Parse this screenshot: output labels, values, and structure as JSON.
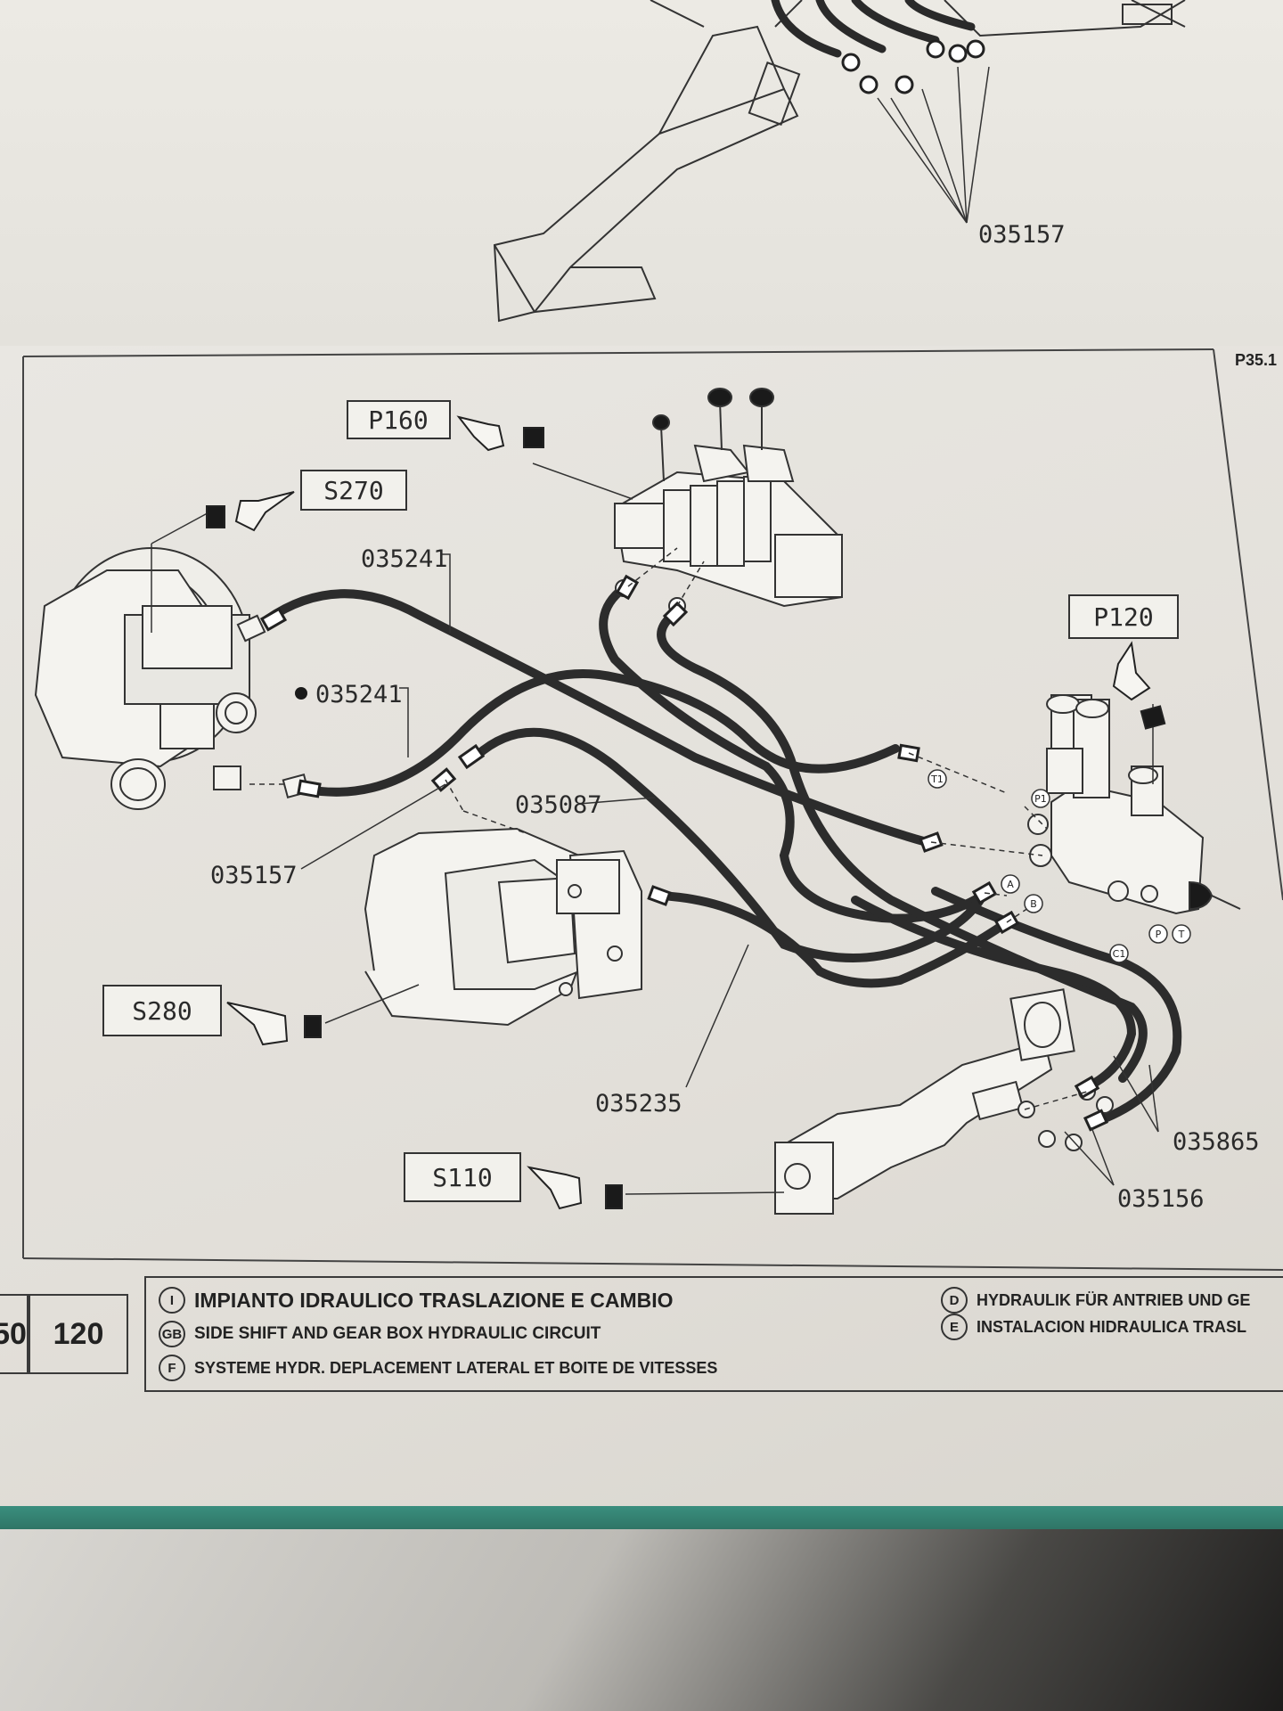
{
  "top_page": {
    "part_label": "035157"
  },
  "main_page": {
    "page_ref": "P35.1",
    "tags": {
      "p160": "P160",
      "s270": "S270",
      "p120": "P120",
      "s280": "S280",
      "s110": "S110"
    },
    "part_labels": {
      "hose_upper": "035241",
      "hose_lower": "035241",
      "hose_mid": "035087",
      "fitting_left": "035157",
      "hose_bottom": "035235",
      "hoses_right": "035865",
      "fittings_right": "035156"
    },
    "port_labels": {
      "t1": "T1",
      "p1": "P1",
      "a": "A",
      "b": "B",
      "c1": "C1",
      "p": "P",
      "t": "T"
    }
  },
  "caption": {
    "page_prev": "50",
    "page_num": "120",
    "lines": [
      {
        "badge": "I",
        "text": "IMPIANTO IDRAULICO TRASLAZIONE E CAMBIO"
      },
      {
        "badge": "GB",
        "text": "SIDE SHIFT AND GEAR BOX HYDRAULIC CIRCUIT"
      },
      {
        "badge": "F",
        "text": "SYSTEME HYDR. DEPLACEMENT LATERAL ET BOITE DE VITESSES"
      }
    ],
    "right_lines": [
      {
        "badge": "D",
        "text": "HYDRAULIK FÜR ANTRIEB UND GE"
      },
      {
        "badge": "E",
        "text": "INSTALACION HIDRAULICA TRASL"
      }
    ]
  }
}
